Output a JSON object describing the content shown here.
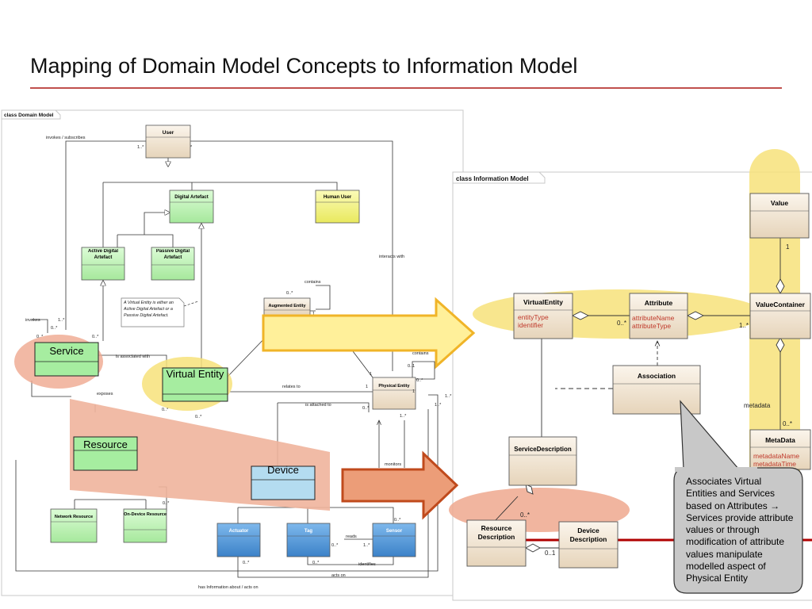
{
  "slide": {
    "title": "Mapping of Domain Model Concepts to Information Model",
    "callout": "Associates Virtual Entities and Services based on Attributes → Services provide attribute values or through modification of attribute values manipulate modelled aspect of Physical Entity"
  },
  "colors": {
    "accent_red": "#c0504d",
    "green_class": "#c6f5c0",
    "yellow_class": "#f5f58c",
    "blue_class": "#4f9bd9",
    "tan_class": "#f2e6d6",
    "highlight_yellow": "#f7e27a",
    "highlight_salmon": "#efa88e",
    "arrow_yellow": "#fff09a",
    "arrow_orange": "#ec9d78",
    "callout_gray": "#c8c8c8"
  },
  "domain_model": {
    "frame_label": "class Domain Model",
    "classes": {
      "user": "User",
      "digital_artefact": "Digital Artefact",
      "human_user": "Human User",
      "active_digital_artefact": "Active Digital Artefact",
      "passive_digital_artefact": "Passive Digital Artefact",
      "augmented_entity": "Augmented Entity",
      "physical_entity": "Physical Entity",
      "network_resource": "Network Resource",
      "on_device_resource": "On-Device Resource",
      "actuator": "Actuator",
      "tag": "Tag",
      "sensor": "Sensor"
    },
    "overlay_labels": {
      "service": "Service",
      "virtual_entity": "Virtual Entity",
      "resource": "Resource",
      "device": "Device"
    },
    "note": "A Virtual Entity is either an Active Digital Artefact or a Passive Digital Artefact.",
    "assoc": {
      "invokes_subscribes": "invokes / subscribes",
      "interacts_with": "interacts with",
      "contains_top": "contains",
      "contains_right": "contains",
      "invokes": "invokes",
      "is_associated_with": "is associated with",
      "exposes": "exposes",
      "relates_to": "relates to",
      "is_attached_to": "is attached to",
      "monitors": "monitors",
      "reads": "reads",
      "identifies": "identifies",
      "acts_on": "acts on",
      "has_information": "has Information about / acts on"
    },
    "mult": {
      "m_1n": "1..*",
      "m_0n": "0..*",
      "m_01": "0..1",
      "m_1": "1",
      "m_star": "*"
    }
  },
  "info_model": {
    "frame_label": "class Information Model",
    "classes": {
      "value": "Value",
      "virtual_entity": "VirtualEntity",
      "attribute": "Attribute",
      "value_container": "ValueContainer",
      "association": "Association",
      "metadata": "MetaData",
      "service_description": "ServiceDescription",
      "resource_description": "Resource Description",
      "device_description": "Device Description"
    },
    "attributes": {
      "ve_entity_type": "entityType",
      "ve_identifier": "identifier",
      "attr_name": "attributeName",
      "attr_type": "attributeType",
      "meta_name": "metadataName",
      "meta_time": "metadataTime"
    },
    "mult": {
      "value_one": "1",
      "ve_attr": "0..*",
      "attr_vc": "1..*",
      "metadata_mult": "0..*",
      "rd_mult": "0..*",
      "dd_mult": "0..1"
    },
    "roles": {
      "metadata": "metadata"
    }
  }
}
